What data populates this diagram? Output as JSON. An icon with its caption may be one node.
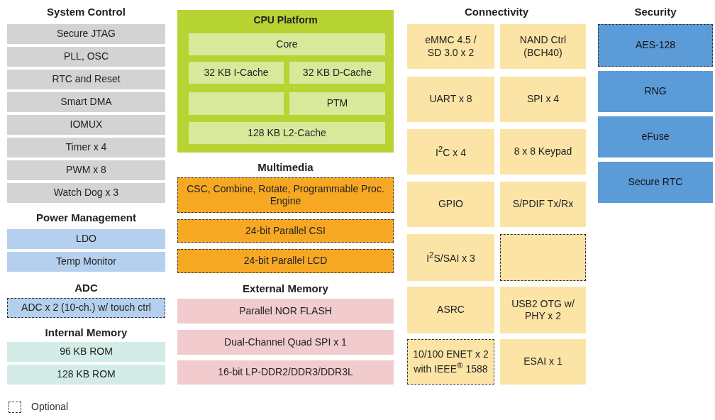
{
  "diagram": {
    "nodes": [
      {
        "text": [
          "Secure JTAG"
        ]
      },
      {
        "text": [
          "PLL, OSC"
        ]
      },
      {
        "text": [
          "RTC and Reset"
        ]
      },
      {
        "text": [
          "Smart DMA"
        ]
      },
      {
        "text": [
          "IOMUX"
        ]
      },
      {
        "text": [
          "Timer x 4"
        ]
      },
      {
        "text": [
          "PWM x 8"
        ]
      },
      {
        "text": [
          "Watch Dog x 3"
        ]
      },
      {
        "text": [
          "LDO"
        ]
      },
      {
        "text": [
          "Temp Monitor"
        ]
      },
      {
        "text": [
          "ADC x 2 (10-ch.) w/ touch ctrl"
        ]
      },
      {
        "text": [
          "96 KB ROM"
        ]
      },
      {
        "text": [
          "128 KB ROM"
        ]
      },
      {
        "text": [
          "CPU Platform"
        ]
      },
      {
        "text": [
          "Core"
        ],
        "in": 13
      },
      {
        "text": [
          "32 KB I-Cache"
        ],
        "in": 13
      },
      {
        "text": [
          "32 KB D-Cache"
        ],
        "in": 13
      },
      {
        "text": [],
        "shape": "box",
        "in": 13
      },
      {
        "text": [
          "PTM"
        ],
        "in": 13
      },
      {
        "text": [
          "128 KB L2-Cache"
        ],
        "in": 13
      },
      {
        "text": [
          "CSC, Combine, Rotate, Programmable Proc. Engine"
        ]
      },
      {
        "text": [
          "24-bit Parallel CSI"
        ]
      },
      {
        "text": [
          "24-bit Parallel LCD"
        ]
      },
      {
        "text": [
          "Parallel NOR FLASH"
        ]
      },
      {
        "text": [
          "Dual-Channel Quad SPI x 1"
        ]
      },
      {
        "text": [
          "16-bit LP-DDR2/DDR3/DDR3L"
        ]
      },
      {
        "text": [
          "eMMC 4.5 / SD 3.0 x 2"
        ]
      },
      {
        "text": [
          "NAND Ctrl (BCH40)"
        ]
      },
      {
        "text": [
          "UART x 8"
        ]
      },
      {
        "text": [
          "SPI x 4"
        ]
      },
      {
        "text": [
          "I$^{2}$C x 4"
        ]
      },
      {
        "text": [
          "8 x 8 Keypad"
        ]
      },
      {
        "text": [
          "GPIO"
        ]
      },
      {
        "text": [
          "S/PDIF Tx/Rx"
        ]
      },
      {
        "text": [
          "I$^{2}$S/SAI x 3"
        ]
      },
      {
        "text": [],
        "shape": "box"
      },
      {
        "text": [
          "ASRC"
        ]
      },
      {
        "text": [
          "USB2 OTG w/ PHY x 2"
        ]
      },
      {
        "text": [
          "10/100 ENET x 2 with IEEE$^{®}$ 1588"
        ]
      },
      {
        "text": [
          "ESAI x 1"
        ]
      },
      {
        "text": [
          "AES-128"
        ]
      },
      {
        "text": [
          "RNG"
        ]
      },
      {
        "text": [
          "eFuse"
        ]
      },
      {
        "text": [
          "Secure RTC"
        ]
      }
    ],
    "labels": [
      "System Control",
      "Multimedia",
      "Connectivity",
      "Security",
      "Power Management",
      "External Memory",
      "ADC",
      "Internal Memory"
    ],
    "legend": [
      {
        "text": "Optional"
      }
    ]
  }
}
